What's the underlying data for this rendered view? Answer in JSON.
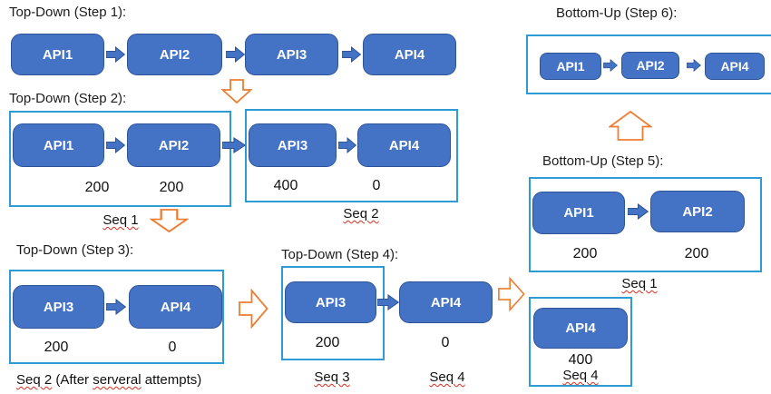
{
  "colors": {
    "node_fill": "#4472C4",
    "node_border": "#2F5597",
    "group_border": "#2E9BD5",
    "process_arrow": "#ED7D31",
    "text": "#1C1C1C"
  },
  "step1": {
    "title": "Top-Down (Step 1):",
    "nodes": [
      "API1",
      "API2",
      "API3",
      "API4"
    ]
  },
  "step2": {
    "title": "Top-Down (Step 2):",
    "seq1": {
      "nodes": [
        "API1",
        "API2"
      ],
      "values": [
        "200",
        "200"
      ],
      "caption": "Seq 1"
    },
    "seq2": {
      "nodes": [
        "API3",
        "API4"
      ],
      "values": [
        "400",
        "0"
      ],
      "caption": "Seq 2"
    }
  },
  "step3": {
    "title": "Top-Down (Step 3):",
    "nodes": [
      "API3",
      "API4"
    ],
    "values": [
      "200",
      "0"
    ],
    "caption": {
      "seq": "Seq 2",
      "mid": " (After ",
      "misspelled": "serveral",
      "end": " attempts)"
    }
  },
  "step4": {
    "title": "Top-Down (Step 4):",
    "boxed": {
      "node": "API3",
      "value": "200",
      "caption": "Seq 3"
    },
    "free": {
      "node": "API4",
      "value": "0",
      "caption": "Seq 4"
    }
  },
  "step5": {
    "title": "Bottom-Up (Step 5):",
    "nodes": [
      "API1",
      "API2"
    ],
    "values": [
      "200",
      "200"
    ],
    "caption": "Seq 1"
  },
  "step6": {
    "title": "Bottom-Up (Step 6):",
    "nodes": [
      "API1",
      "API2",
      "API4"
    ]
  },
  "seq4_result": {
    "node": "API4",
    "value": "400",
    "caption": "Seq 4"
  }
}
